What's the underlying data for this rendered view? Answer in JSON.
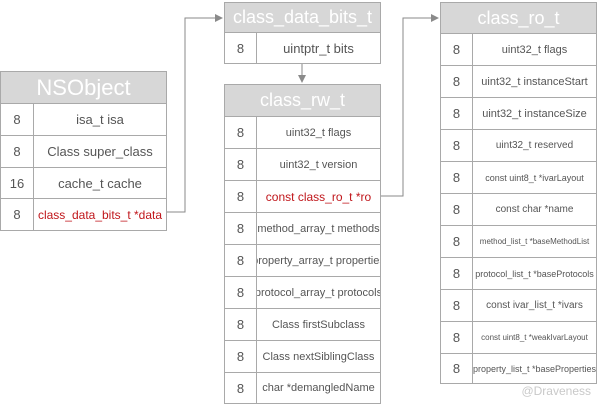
{
  "tables": {
    "nsobject": {
      "title": "NSObject",
      "rows": [
        {
          "size": "8",
          "field": "isa_t isa"
        },
        {
          "size": "8",
          "field": "Class super_class"
        },
        {
          "size": "16",
          "field": "cache_t cache"
        },
        {
          "size": "8",
          "field": "class_data_bits_t *data",
          "highlight": true
        }
      ]
    },
    "class_data_bits_t": {
      "title": "class_data_bits_t",
      "rows": [
        {
          "size": "8",
          "field": "uintptr_t bits"
        }
      ]
    },
    "class_rw_t": {
      "title": "class_rw_t",
      "rows": [
        {
          "size": "8",
          "field": "uint32_t flags"
        },
        {
          "size": "8",
          "field": "uint32_t version"
        },
        {
          "size": "8",
          "field": "const class_ro_t *ro",
          "highlight": true
        },
        {
          "size": "8",
          "field": "method_array_t methods"
        },
        {
          "size": "8",
          "field": "property_array_t properties"
        },
        {
          "size": "8",
          "field": "protocol_array_t protocols"
        },
        {
          "size": "8",
          "field": "Class firstSubclass"
        },
        {
          "size": "8",
          "field": "Class nextSiblingClass"
        },
        {
          "size": "8",
          "field": "char *demangledName"
        }
      ]
    },
    "class_ro_t": {
      "title": "class_ro_t",
      "rows": [
        {
          "size": "8",
          "field": "uint32_t flags"
        },
        {
          "size": "8",
          "field": "uint32_t instanceStart"
        },
        {
          "size": "8",
          "field": "uint32_t instanceSize"
        },
        {
          "size": "8",
          "field": "uint32_t reserved"
        },
        {
          "size": "8",
          "field": "const uint8_t *ivarLayout"
        },
        {
          "size": "8",
          "field": "const char *name"
        },
        {
          "size": "8",
          "field": "method_list_t *baseMethodList"
        },
        {
          "size": "8",
          "field": "protocol_list_t *baseProtocols"
        },
        {
          "size": "8",
          "field": "const ivar_list_t *ivars"
        },
        {
          "size": "8",
          "field": "const uint8_t *weakIvarLayout"
        },
        {
          "size": "8",
          "field": "property_list_t *baseProperties"
        }
      ]
    }
  },
  "colors": {
    "header_bg": "#d7d7d7",
    "header_text": "#ffffff",
    "border": "#a9a9a9",
    "text": "#555555",
    "highlight": "#c0161b",
    "arrow": "#8a8a8a"
  },
  "watermark": "@Draveness"
}
